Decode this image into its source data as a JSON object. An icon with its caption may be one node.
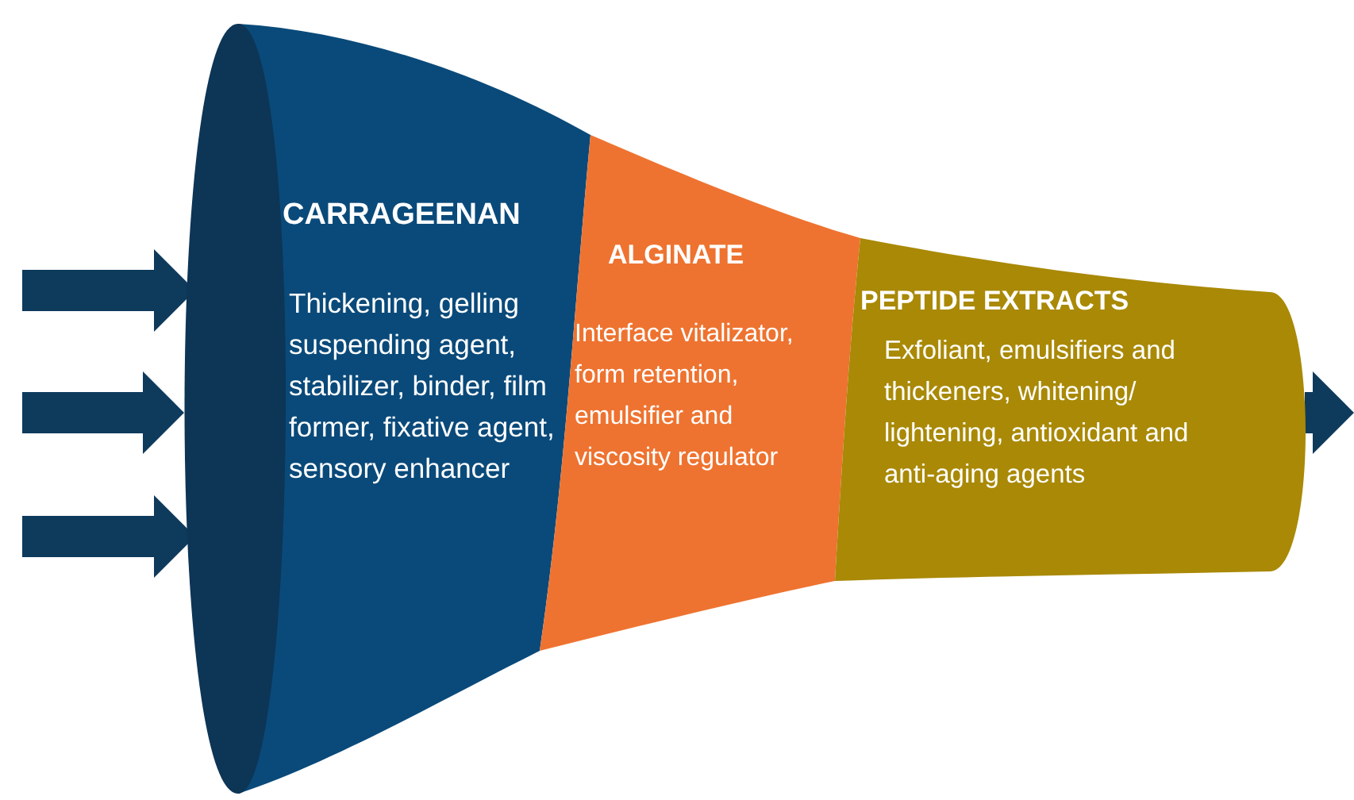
{
  "diagram": {
    "nodes": [
      {
        "text": [
          "CARRAGEENAN",
          "Thickening, gelling suspending agent, stabilizer, binder, film former, fixative agent, sensory enhancer"
        ]
      },
      {
        "text": [
          "ALGINATE",
          "Interface vitalizator, form retention, emulsifier and viscosity regulator"
        ]
      },
      {
        "text": [
          "PEPTIDE EXTRACTS",
          "Exfoliant, emulsifiers and thickeners, whitening/ lightening, antioxidant and anti-aging agents"
        ]
      }
    ],
    "edges": [
      {
        "from": null,
        "to": 0,
        "arrow": "to"
      },
      {
        "from": null,
        "to": 0,
        "arrow": "to"
      },
      {
        "from": null,
        "to": 0,
        "arrow": "to"
      },
      {
        "from": 2,
        "to": null,
        "arrow": "to"
      }
    ]
  }
}
